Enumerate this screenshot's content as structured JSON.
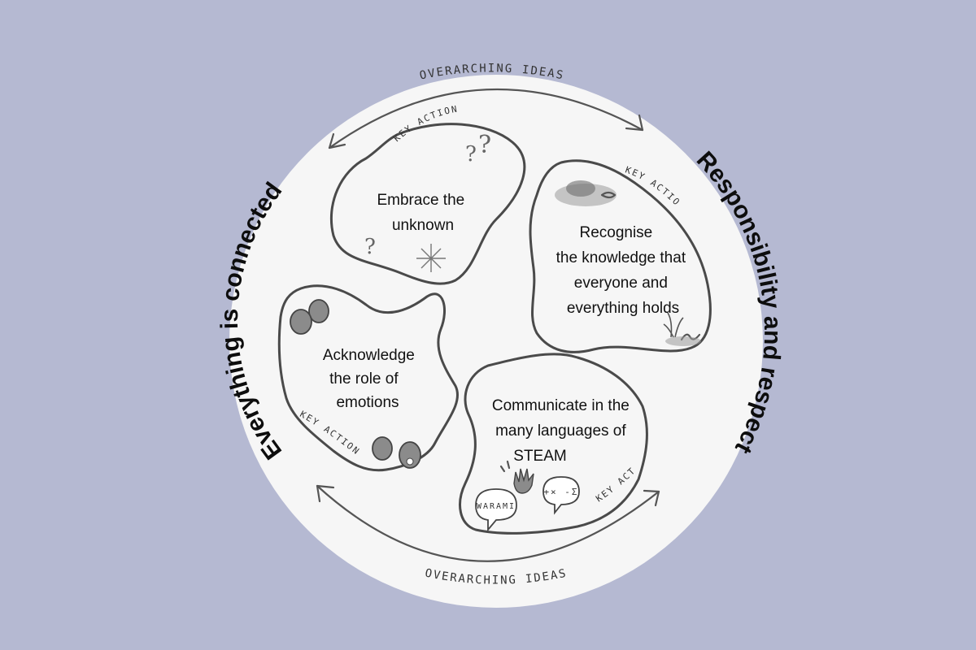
{
  "overarching_ideas": {
    "left": "Everything is connected",
    "right": "Responsibility and respect",
    "top_label": "OVERARCHING IDEAS",
    "bottom_label": "OVERARCHING IDEAS"
  },
  "key_actions": [
    {
      "tag": "KEY ACTION",
      "lines": [
        "Embrace the",
        "unknown"
      ]
    },
    {
      "tag": "KEY ACTION",
      "lines": [
        "Recognise",
        "the knowledge that",
        "everyone and",
        "everything holds"
      ]
    },
    {
      "tag": "KEY ACTION",
      "lines": [
        "Acknowledge",
        "the role of",
        "emotions"
      ]
    },
    {
      "tag": "KEY ACTION",
      "lines": [
        "Communicate in the",
        "many languages of",
        "STEAM"
      ]
    }
  ],
  "doodles": {
    "speech_bubble_left": "WARAMI",
    "speech_bubble_right": "+×\n-Σ"
  },
  "icons": [
    "question-mark-icon",
    "sparkle-icon",
    "cloud-icon",
    "plant-icon",
    "worm-icon",
    "emotion-face-icon",
    "hand-icon",
    "speech-bubble-icon"
  ],
  "colors": {
    "background": "#b5b9d2",
    "circle": "#f6f6f6",
    "stroke": "#4a4a4a"
  }
}
